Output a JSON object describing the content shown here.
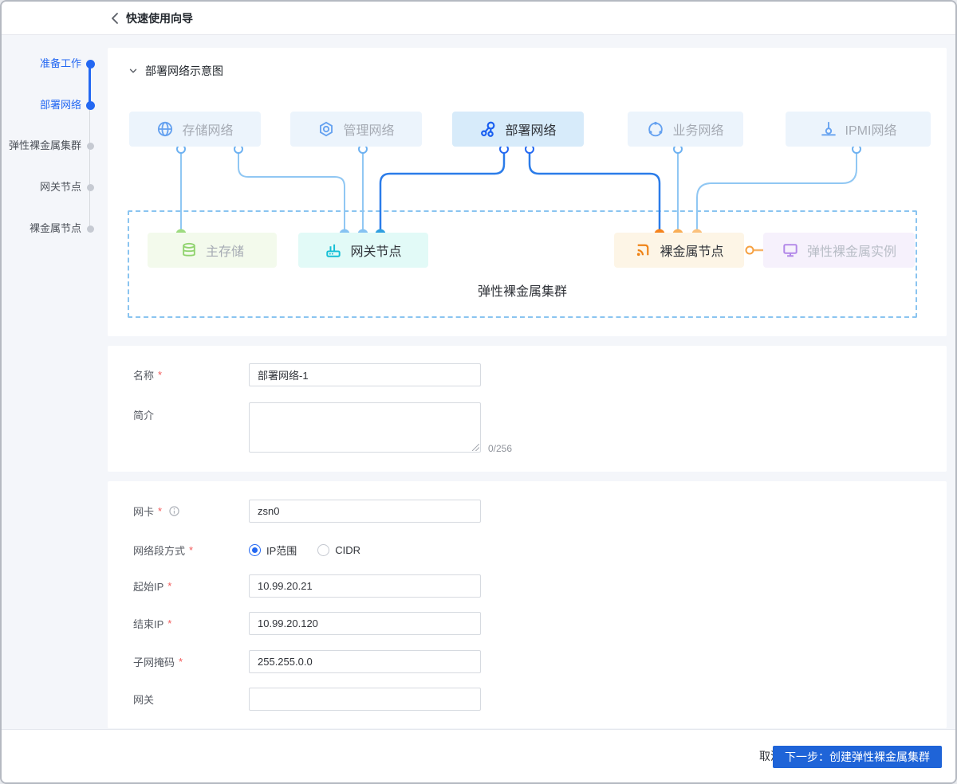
{
  "header": {
    "title": "快速使用向导"
  },
  "ui": {
    "required_marker": "*"
  },
  "sidebar": {
    "steps": [
      {
        "label": "准备工作",
        "state": "done"
      },
      {
        "label": "部署网络",
        "state": "current"
      },
      {
        "label": "弹性裸金属集群",
        "state": "pending"
      },
      {
        "label": "网关节点",
        "state": "pending"
      },
      {
        "label": "裸金属节点",
        "state": "pending"
      }
    ]
  },
  "diagram": {
    "section_title": "部署网络示意图",
    "top_nodes": [
      {
        "label": "存储网络",
        "icon": "globe-icon",
        "active": false
      },
      {
        "label": "管理网络",
        "icon": "nut-icon",
        "active": false
      },
      {
        "label": "部署网络",
        "icon": "share-nodes-icon",
        "active": true
      },
      {
        "label": "业务网络",
        "icon": "cluster-icon",
        "active": false
      },
      {
        "label": "IPMI网络",
        "icon": "probe-icon",
        "active": false
      }
    ],
    "bottom_nodes": [
      {
        "label": "主存储",
        "icon": "database-icon"
      },
      {
        "label": "网关节点",
        "icon": "router-icon"
      },
      {
        "label": "裸金属节点",
        "icon": "cast-icon"
      },
      {
        "label": "弹性裸金属实例",
        "icon": "monitor-icon"
      }
    ],
    "cluster_label": "弹性裸金属集群"
  },
  "form_basic": {
    "name_label": "名称",
    "name_value": "部署网络-1",
    "desc_label": "简介",
    "desc_value": "",
    "desc_counter": "0/256"
  },
  "form_network": {
    "nic_label": "网卡",
    "nic_value": "zsn0",
    "segment_label": "网络段方式",
    "segment_options": [
      {
        "label": "IP范围",
        "selected": true
      },
      {
        "label": "CIDR",
        "selected": false
      }
    ],
    "start_ip_label": "起始IP",
    "start_ip_value": "10.99.20.21",
    "end_ip_label": "结束IP",
    "end_ip_value": "10.99.20.120",
    "mask_label": "子网掩码",
    "mask_value": "255.255.0.0",
    "gateway_label": "网关",
    "gateway_value": ""
  },
  "footer": {
    "cancel_label": "取消",
    "next_label": "下一步：创建弹性裸金属集群"
  },
  "colors": {
    "accent": "#2468f2",
    "line_light": "#90c7f3",
    "line_dark": "#2b7ce9",
    "storage_green": "#9edb80",
    "gateway_cyan": "#15bfd6",
    "metal_orange": "#f5831d",
    "instance_purple": "#b287e8"
  }
}
